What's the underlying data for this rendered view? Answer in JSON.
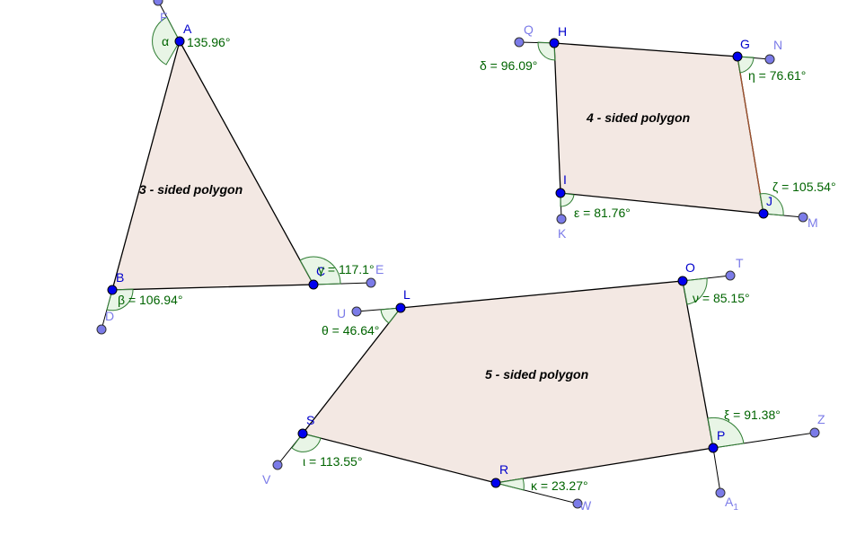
{
  "polygons": [
    {
      "label": "3 - sided polygon",
      "vertices": [
        "A",
        "C",
        "B"
      ]
    },
    {
      "label": "4 - sided polygon",
      "vertices": [
        "H",
        "G",
        "J",
        "I"
      ]
    },
    {
      "label": "5 - sided polygon",
      "vertices": [
        "L",
        "O",
        "P",
        "R",
        "S"
      ]
    }
  ],
  "points": {
    "A": "A",
    "B": "B",
    "C": "C",
    "D": "D",
    "E": "E",
    "F": "F",
    "H": "H",
    "G": "G",
    "J": "J",
    "I": "I",
    "Q": "Q",
    "N": "N",
    "M": "M",
    "K": "K",
    "L": "L",
    "O": "O",
    "P": "P",
    "R": "R",
    "S": "S",
    "U": "U",
    "T": "T",
    "Z": "Z",
    "W": "W",
    "V": "V",
    "A1_base": "A",
    "A1_sub": "1"
  },
  "angles": {
    "alpha": "α",
    "alpha_value": "135.96°",
    "beta": "β = 106.94°",
    "gamma": "γ = 117.1°",
    "delta": "δ = 96.09°",
    "eta": "η = 76.61°",
    "zeta": "ζ = 105.54°",
    "epsilon": "ε = 81.76°",
    "theta": "θ = 46.64°",
    "nu": "ν = 85.15°",
    "xi": "ξ = 91.38°",
    "kappa": "κ = 23.27°",
    "iota": "ι = 113.55°"
  }
}
